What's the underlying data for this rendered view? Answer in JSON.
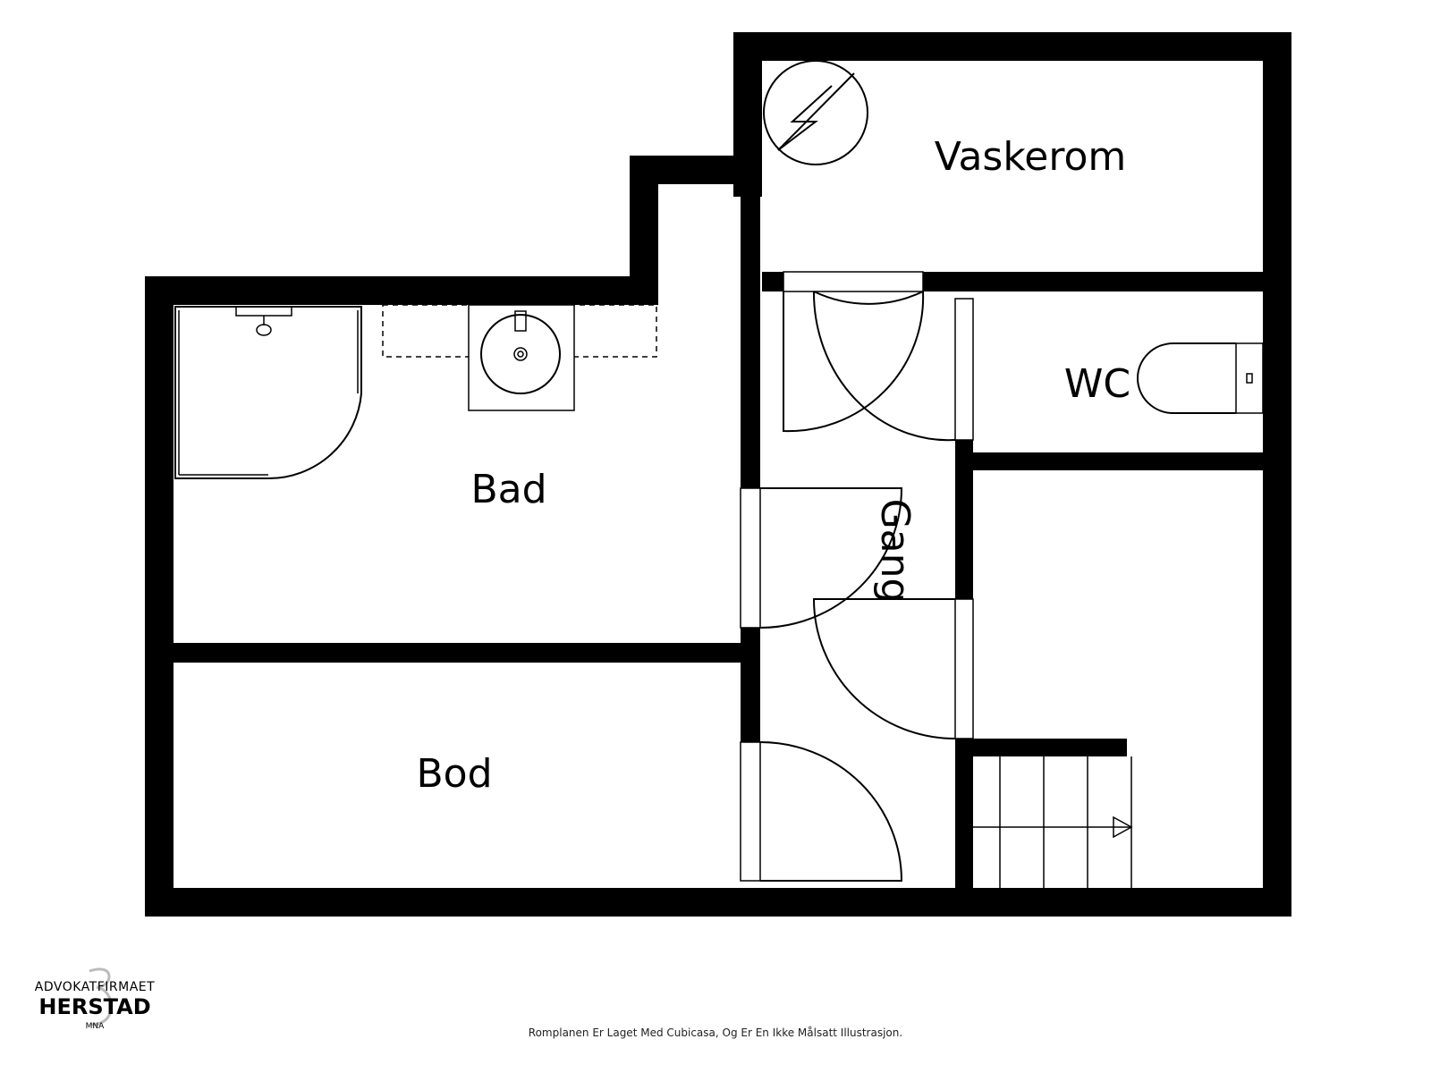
{
  "rooms": {
    "vaskerom": "Vaskerom",
    "wc": "WC",
    "bad": "Bad",
    "gang": "Gang",
    "bod": "Bod"
  },
  "logo": {
    "line1": "ADVOKATFIRMAET",
    "line2": "HERSTAD",
    "line3": "MNA"
  },
  "footer_note": "Romplanen Er Laget Med Cubicasa, Og Er En Ikke Målsatt Illustrasjon."
}
